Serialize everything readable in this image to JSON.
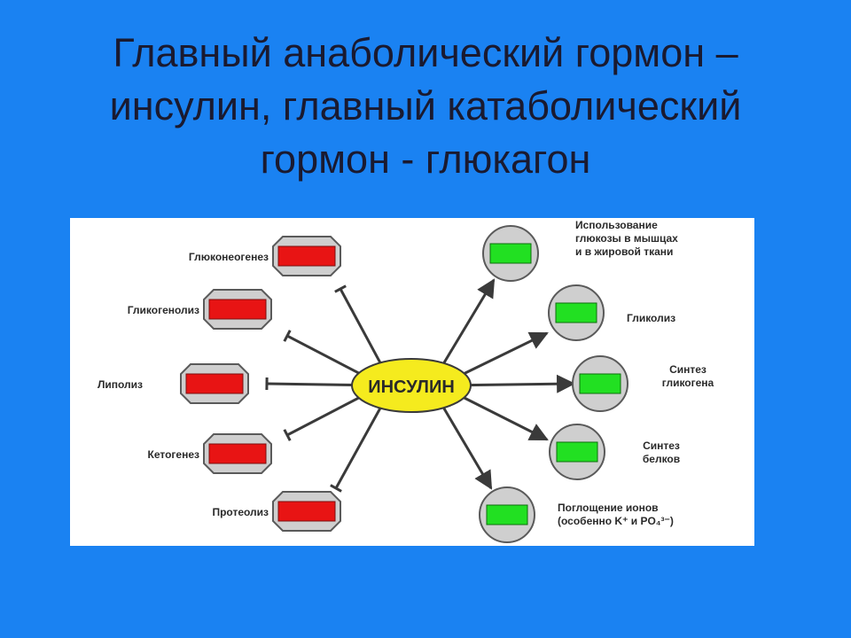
{
  "title_lines": [
    "Главный анаболический гормон –",
    "инсулин, главный катаболический",
    "гормон - глюкагон"
  ],
  "diagram": {
    "center_label": "ИНСУЛИН",
    "inhibited_processes": [
      {
        "label": "Глюконеогенез",
        "color": "#e81414"
      },
      {
        "label": "Гликогенолиз",
        "color": "#e81414"
      },
      {
        "label": "Липолиз",
        "color": "#e81414"
      },
      {
        "label": "Кетогенез",
        "color": "#e81414"
      },
      {
        "label": "Протеолиз",
        "color": "#e81414"
      }
    ],
    "stimulated_processes": [
      {
        "lines": [
          "Использование",
          "глюкозы в мышцах",
          "и в жировой ткани"
        ],
        "color": "#22e022"
      },
      {
        "lines": [
          "Гликолиз"
        ],
        "color": "#22e022"
      },
      {
        "lines": [
          "Синтез",
          "гликогена"
        ],
        "color": "#22e022"
      },
      {
        "lines": [
          "Синтез",
          "белков"
        ],
        "color": "#22e022"
      },
      {
        "lines": [
          "Поглощение ионов",
          "(особенно K⁺ и PO₄³⁻)"
        ],
        "color": "#22e022"
      }
    ],
    "colors": {
      "center_fill": "#f5eb1e",
      "background": "#1a82f2",
      "panel": "#ffffff"
    }
  }
}
